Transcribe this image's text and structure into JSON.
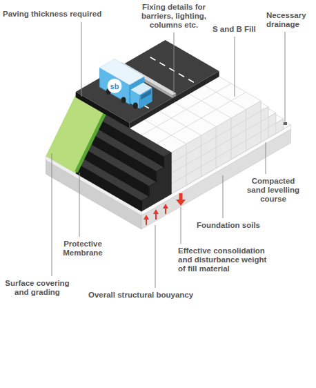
{
  "diagram": {
    "labels": [
      "Paving thickness required",
      "Fixing details for barriers, lighting, columns etc.",
      "S and B Fill",
      "Necessary drainage",
      "sb",
      "Compacted sand levelling course",
      "Foundation soils",
      "Protective Membrane",
      "Effective consolidation and disturbance weight of fill material",
      "Surface covering and grading",
      "Overall structural bouyancy"
    ]
  }
}
